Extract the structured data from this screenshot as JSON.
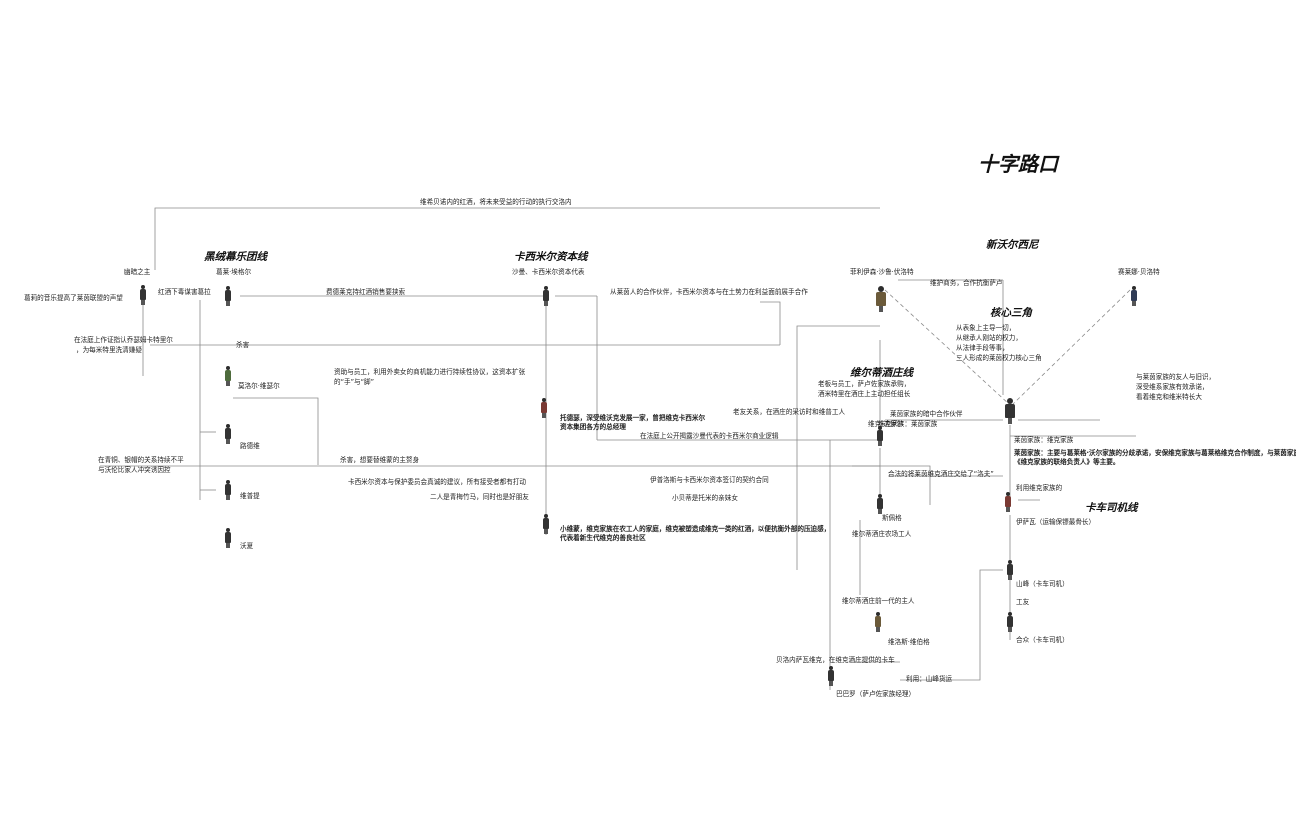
{
  "title": "十字路口",
  "groups": {
    "heiyu": "黑绒幕乐团线",
    "kaxi": "卡西米尔资本线",
    "xinwo": "新沃尔西尼",
    "hexin": "核心三角",
    "weier": "维尔蒂酒庄线",
    "kache": "卡车司机线"
  },
  "names": {
    "yinxiang_boss": "幽暗之主",
    "baizhe_aigeli": "葛莱·埃格尔",
    "shaman": "沙曼、卡西米尔资本代表",
    "xinwo_left": "菲利伊森·沙鲁·伏洛特",
    "xinwo_right": "赛莱娜·贝洛特",
    "music_aide": "莫洛尔·维瑟尔",
    "lushi": "路德维",
    "hunxi": "维普提",
    "gongxia": "沃夏",
    "weier_main": "维克·达伊尔",
    "nongmin": "斯佩格",
    "weier_workers": "维尔蒂酒庄农场工人",
    "weier_old": "维尔蒂酒庄前一代的主人",
    "lumo": "维洛斯·维伯格",
    "kache_main": "伊萨瓦（运输保镖最骨长）",
    "shanfeng": "山峰（卡车司机）",
    "gongren": "工友",
    "gongren2": "合众（卡车司机）",
    "bottom": "巴巴罗（萨卢佐家族经理）"
  },
  "relations": {
    "top_line": "维希贝诺内的红酒，将未来受益的行动的执行交洛内",
    "heiyu_left": "葛莉的音乐提高了莱茵联盟的声望",
    "heiyu_top": "红酒下毒谋害葛拉",
    "heiyu_mid": "费德莱克持红酒销售要挟索",
    "kaxi_right": "从莱茵人的合作伙伴，卡西米尔资本与在土势力在利益面前展手合作",
    "left_mid1": "在法庭上作证指认乔瑟姆卡特里尔",
    "left_mid2": "，为每米特里洗清嫌疑",
    "zhuguan": "杀害",
    "kaxi_note1": "资助与员工，利用外卖女的商机能力进行持续性协议，这资本扩张",
    "kaxi_note2": "的“手”与“脚”",
    "kaxi_side1": "托德瑟，深受维沃克发展一家，曾把维克卡西米尔",
    "kaxi_side2": "资本集团各方的总经理",
    "weier_left": "老友关系，在酒庄的采访时和维普工人",
    "weier_note1": "老板与员工，萨卢佐家族承购，",
    "weier_note2": "酒米特里在酒庄上主动担任组长",
    "mid_bridge": "在法庭上公开揭露沙曼代表的卡西米尔商业逻辑",
    "left_low1": "在青铜、银帽的关系持续不平",
    "left_low2": "与沃伦比家人冲突诱因控",
    "left_low_mid": "杀害，想要替维蒙的主赘身",
    "kaxi_low1": "卡西米尔资本与保护委员会真诚的建议，所有接受者都有打动",
    "kaxi_low2": "二人是青梅竹马，同时也是好朋友",
    "kaxi_low3": "伊普洛斯与卡西米尔资本签订的契约合同",
    "kaxi_low4": "小贝蒂是托米的亲妹女",
    "kaxi_low_note1": "小维蒙，维克家族在农工人的家庭，维克被塑造成维克一类的红酒，以便抗衡外部的压迫感，",
    "kaxi_low_note2": "代表着新生代维克的善良社区",
    "hexin_note1": "从表象上主导一切，",
    "hexin_note2": "从继承人刚站的权力，",
    "hexin_note3": "从法律手段等事，",
    "hexin_note4": "三人形成的莱茵权力核心三角",
    "xinwo_link": "维护商务，合作抗衡萨卢",
    "right_note1": "与莱茵家族的友人与旧识，",
    "right_note2": "深受维系家族有效承诺，",
    "right_note3": "看着维克和维米特长大",
    "mid_right1": "莱茵家族的暗中合作伙伴",
    "mid_right2": "莱茵家族：维克家族",
    "weier_right1": "维克家族：莱茵家族",
    "right_long": "莱茵家族：主要与葛莱格·沃尔家族的分歧承诺，安保维克家族与葛莱格维克合作制度，与莱茵家族·维克家族的联络",
    "right_long2": "《维克家族的联络负责人》等主要。",
    "weier_kache": "合法的将莱茵维克酒庄交给了“洛夫”",
    "kache_top": "利用维克家族的",
    "weier_low": "维尔蒂酒庄前一代的主人",
    "bottom_left": "贝洛内萨瓦维克，在维克酒庄提供的卡车",
    "bottom_right": "利用：山峰货运"
  }
}
